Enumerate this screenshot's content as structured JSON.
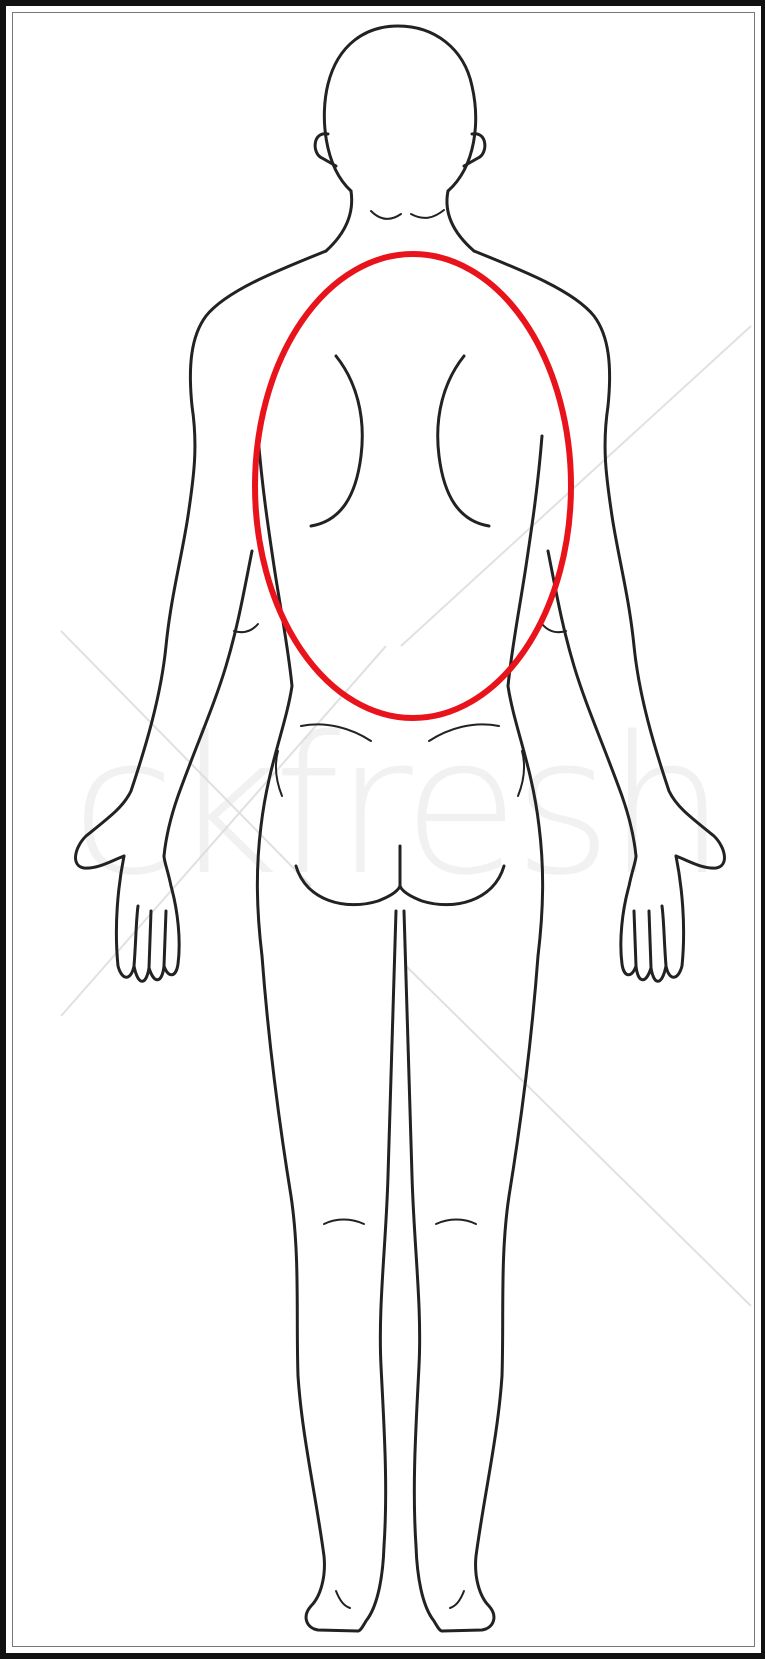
{
  "watermark": {
    "text": "ckfresh"
  },
  "colors": {
    "outline": "#222222",
    "highlight": "#e8131b",
    "watermark_lines": "#d9d9d9",
    "frame": "#111111"
  },
  "figure": {
    "view": "posterior",
    "highlighted_region": "upper-back"
  }
}
